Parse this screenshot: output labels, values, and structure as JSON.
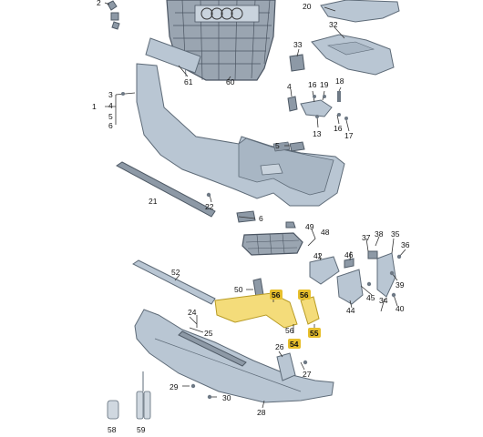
{
  "labels": {
    "l1": "1",
    "l2": "2",
    "l3": "3",
    "l4": "4",
    "l5": "5",
    "l6": "6",
    "l5b": "5",
    "l6b": "6",
    "l13": "13",
    "l16": "16",
    "l17": "17",
    "l18": "18",
    "l19": "19",
    "l20": "20",
    "l21": "21",
    "l22": "22",
    "l24": "24",
    "l25": "25",
    "l26": "26",
    "l27": "27",
    "l28": "28",
    "l29": "29",
    "l30": "30",
    "l32": "32",
    "l33": "33",
    "l34": "34",
    "l35": "35",
    "l36": "36",
    "l37": "37",
    "l38": "38",
    "l39": "39",
    "l40": "40",
    "l42": "42",
    "l44": "44",
    "l45": "45",
    "l46": "46",
    "l48": "48",
    "l49": "49",
    "l50": "50",
    "l52": "52",
    "l58": "58",
    "l59": "59",
    "l60": "60",
    "l61": "61"
  },
  "highlight_labels": {
    "h54": "54",
    "h55": "55",
    "h56a": "56",
    "h56b": "56"
  },
  "colors": {
    "highlight": "#e7bf2c",
    "part": "#b9c6d3"
  }
}
